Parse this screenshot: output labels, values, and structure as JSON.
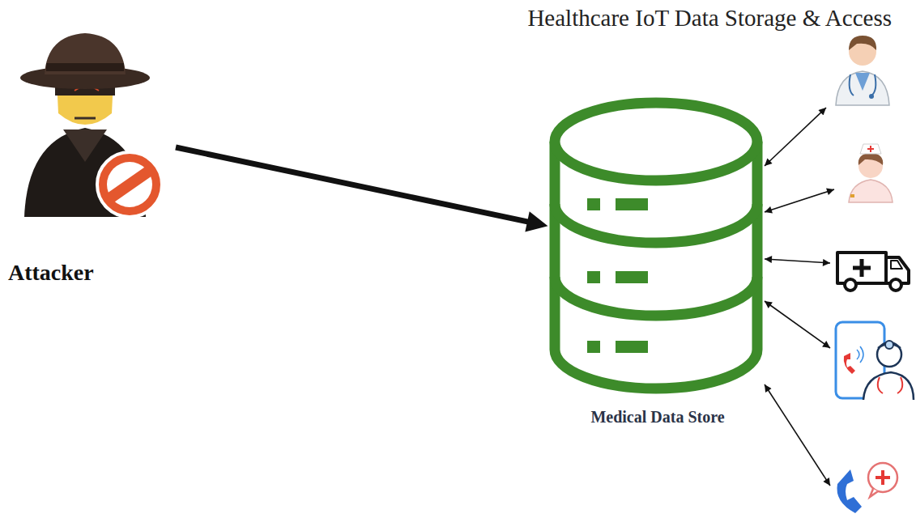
{
  "diagram": {
    "title": "Healthcare IoT Data Storage & Access",
    "nodes": [
      {
        "text": [
          "Attacker"
        ]
      },
      {
        "text": [
          "Medical Data Store"
        ]
      },
      {
        "text": []
      },
      {
        "text": []
      },
      {
        "text": []
      },
      {
        "text": []
      },
      {
        "text": []
      }
    ],
    "edges": [
      {
        "from": 0,
        "to": 1,
        "arrow": "to"
      },
      {
        "from": 1,
        "to": 2,
        "arrow": "both"
      },
      {
        "from": 1,
        "to": 3,
        "arrow": "both"
      },
      {
        "from": 1,
        "to": 4,
        "arrow": "both"
      },
      {
        "from": 1,
        "to": 5,
        "arrow": "both"
      },
      {
        "from": 1,
        "to": 6,
        "arrow": "both"
      }
    ]
  }
}
